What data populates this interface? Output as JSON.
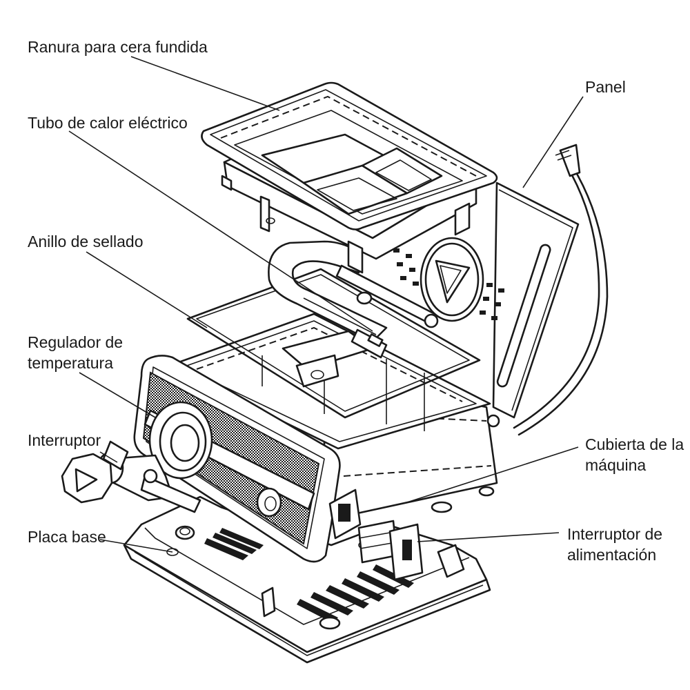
{
  "labels": {
    "wax_slot": "Ranura para cera fundida",
    "heating_tube": "Tubo de calor eléctrico",
    "sealing_ring": "Anillo de sellado",
    "temp_regulator_l1": "Regulador de",
    "temp_regulator_l2": "temperatura",
    "switch": "Interruptor",
    "base_plate": "Placa base",
    "panel": "Panel",
    "machine_cover_l1": "Cubierta de la",
    "machine_cover_l2": "máquina",
    "power_switch_l1": "Interruptor de",
    "power_switch_l2": "alimentación"
  }
}
